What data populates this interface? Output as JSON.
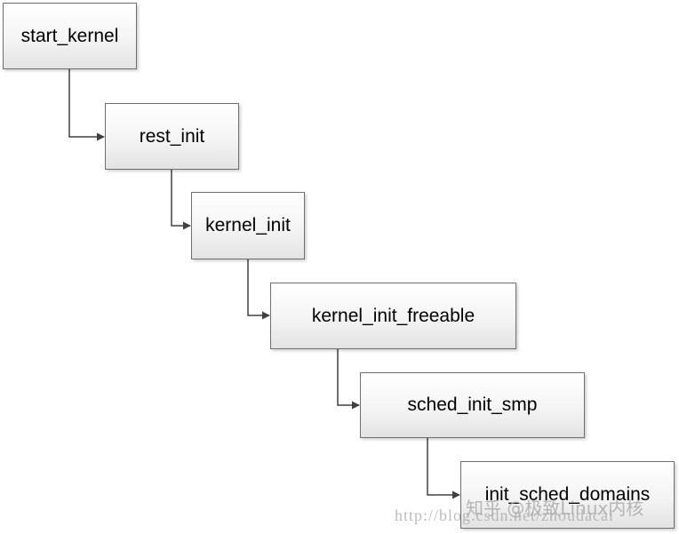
{
  "diagram": {
    "nodes": [
      {
        "label": "start_kernel"
      },
      {
        "label": "rest_init"
      },
      {
        "label": "kernel_init"
      },
      {
        "label": "kernel_init_freeable"
      },
      {
        "label": "sched_init_smp"
      },
      {
        "label": "init_sched_domains"
      }
    ]
  },
  "watermark": {
    "url": "http://blog.csdn.net/zhoudacai",
    "zhihu": "知乎 @极致Linux内核"
  },
  "colors": {
    "border": "#6f6f6f",
    "connector": "#404040",
    "background": "#ffffff"
  }
}
